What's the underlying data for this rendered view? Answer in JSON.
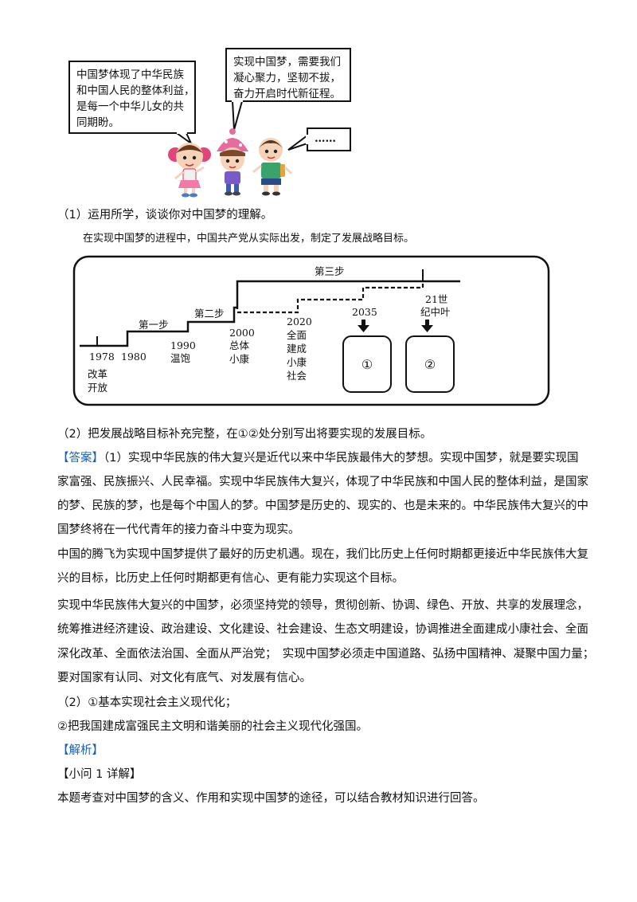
{
  "bubbles": {
    "left": [
      "中国梦体现了中华民族",
      "和中国人民的整体利益，",
      "是每一个中华儿女的共",
      "同期盼。"
    ],
    "middle": [
      "实现中国梦，需要我们",
      "凝心聚力，坚韧不拔，",
      "奋力开启时代新征程。"
    ],
    "right": "……"
  },
  "q1": "（1）运用所学，谈谈你对中国梦的理解。",
  "diagram_intro": "在实现中国梦的进程中，中国共产党从实际出发，制定了发展战略目标。",
  "diagram": {
    "steps": [
      "第一步",
      "第二步",
      "第三步"
    ],
    "years": [
      "1978",
      "1980",
      "1990",
      "2000",
      "2020",
      "2035",
      "21世",
      "纪中叶"
    ],
    "notes": {
      "gaige": [
        "改革",
        "开放"
      ],
      "wenbao": "温饱",
      "xiaokang": [
        "总体",
        "小康"
      ],
      "quanmian": [
        "全面",
        "建成",
        "小康",
        "社会"
      ]
    },
    "boxes": [
      "①",
      "②"
    ]
  },
  "q2": "（2）把发展战略目标补充完整，在①②处分别写出将要实现的发展目标。",
  "answer": {
    "label": "【答案】",
    "lines": [
      "（1）实现中华民族的伟大复兴是近代以来中华民族最伟大的梦想。实现中国梦，就是要实现国",
      "家富强、民族振兴、人民幸福。实现中华民族伟大复兴，体现了中华民族和中国人民的整体利益，是国家",
      "的梦、民族的梦，也是每个中国人的梦。中国梦是历史的、现实的、也是未来的。中华民族伟大复兴的中",
      "国梦终将在一代代青年的接力奋斗中变为现实。",
      "中国的腾飞为实现中国梦提供了最好的历史机遇。现在，我们比历史上任何时期都更接近中华民族伟大复",
      "兴的目标，比历史上任何时期都更有信心、更有能力实现这个目标。",
      "实现中华民族伟大复兴的中国梦，必须坚持党的领导，贯彻创新、协调、绿色、开放、共享的发展理念，",
      "统筹推进经济建设、政治建设、文化建设、社会建设、生态文明建设，协调推进全面建成小康社会、全面",
      "深化改革、全面依法治国、全面从严治党；　实现中国梦必须走中国道路、弘扬中国精神、凝聚中国力量；",
      "要对国家有认同、对文化有底气、对发展有信心。",
      "（2）①基本实现社会主义现代化；",
      "②把我国建成富强民主文明和谐美丽的社会主义现代化强国。"
    ]
  },
  "analysis": {
    "label": "【解析】",
    "sub": "【小问 1 详解】",
    "text": "本题考查对中国梦的含义、作用和实现中国梦的途径，可以结合教材知识进行回答。"
  },
  "colors": {
    "label_blue": "#1a5fb4"
  }
}
